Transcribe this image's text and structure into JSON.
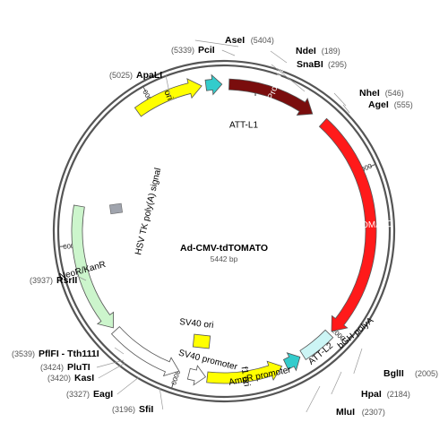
{
  "plasmid": {
    "name": "Ad-CMV-tdTOMATO",
    "size_label": "5442 bp",
    "length": 5442
  },
  "ticks": [
    {
      "pos": 1000,
      "label": "1000"
    },
    {
      "pos": 2000,
      "label": "2000"
    },
    {
      "pos": 3000,
      "label": "3000"
    },
    {
      "pos": 4000,
      "label": "4000"
    },
    {
      "pos": 5000,
      "label": "5000"
    }
  ],
  "features": [
    {
      "id": "cmv-promoter",
      "label": "CMV Promoter",
      "start": 30,
      "end": 560,
      "color": "#7a0d0d",
      "text_color": "#ffffff",
      "direction": 1
    },
    {
      "id": "tdtomato",
      "label": "tdTOMATO",
      "start": 640,
      "end": 2010,
      "color": "#ff1a1a",
      "text_color": "#ffffff",
      "direction": 1
    },
    {
      "id": "bgh-polya",
      "label": "bGH polyA",
      "start": 2030,
      "end": 2230,
      "color": "#ccf5f5",
      "text_color": "#000000",
      "direction": 0
    },
    {
      "id": "att-l2",
      "label": "ATT-L2",
      "start": 2250,
      "end": 2345,
      "color": "#33cccc",
      "text_color": "#000000",
      "direction": -1
    },
    {
      "id": "f1-ori",
      "label": "f1 ori",
      "start": 2370,
      "end": 2820,
      "color": "#ffff00",
      "text_color": "#000000",
      "direction": -1
    },
    {
      "id": "ampr-promoter",
      "label": "AmpR promoter",
      "start": 2830,
      "end": 2930,
      "color": "#ffffff",
      "text_color": "#000000",
      "direction": -1
    },
    {
      "id": "sv40-promoter",
      "label": "SV40 promoter",
      "start": 2990,
      "end": 3440,
      "color": "#ffffff",
      "text_color": "#000000",
      "direction": -1
    },
    {
      "id": "neor-kanr",
      "label": "NeoR/KanR",
      "start": 3460,
      "end": 4230,
      "color": "#ccf5cc",
      "text_color": "#000000",
      "direction": -1
    },
    {
      "id": "ori",
      "label": "ori",
      "start": 4900,
      "end": 5310,
      "color": "#ffff00",
      "text_color": "#000000",
      "direction": 1
    },
    {
      "id": "att-l1",
      "label": "ATT-L1",
      "start": 5335,
      "end": 5430,
      "color": "#33cccc",
      "text_color": "#000000",
      "direction": 1
    }
  ],
  "inner_features": [
    {
      "id": "sv40-ori",
      "label": "SV40 ori",
      "color": "#ffff00"
    },
    {
      "id": "hsv-tk-polya",
      "label": "HSV TK poly(A) signal",
      "color": "#a0a4ad"
    }
  ],
  "sites": [
    {
      "name": "AseI",
      "pos_label": "(5404)"
    },
    {
      "name": "PciI",
      "pos_label": "(5339)"
    },
    {
      "name": "ApaLI",
      "pos_label": "(5025)"
    },
    {
      "name": "NdeI",
      "pos_label": "(189)"
    },
    {
      "name": "SnaBI",
      "pos_label": "(295)"
    },
    {
      "name": "NheI",
      "pos_label": "(546)"
    },
    {
      "name": "AgeI",
      "pos_label": "(555)"
    },
    {
      "name": "RsrII",
      "pos_label": "(3937)"
    },
    {
      "name": "PflFI - Tth111I",
      "pos_label": "(3539)"
    },
    {
      "name": "PluTI",
      "pos_label": "(3424)"
    },
    {
      "name": "KasI",
      "pos_label": "(3420)"
    },
    {
      "name": "EagI",
      "pos_label": "(3327)"
    },
    {
      "name": "SfiI",
      "pos_label": "(3196)"
    },
    {
      "name": "BglII",
      "pos_label": "(2005)"
    },
    {
      "name": "HpaI",
      "pos_label": "(2184)"
    },
    {
      "name": "MluI",
      "pos_label": "(2307)"
    }
  ]
}
